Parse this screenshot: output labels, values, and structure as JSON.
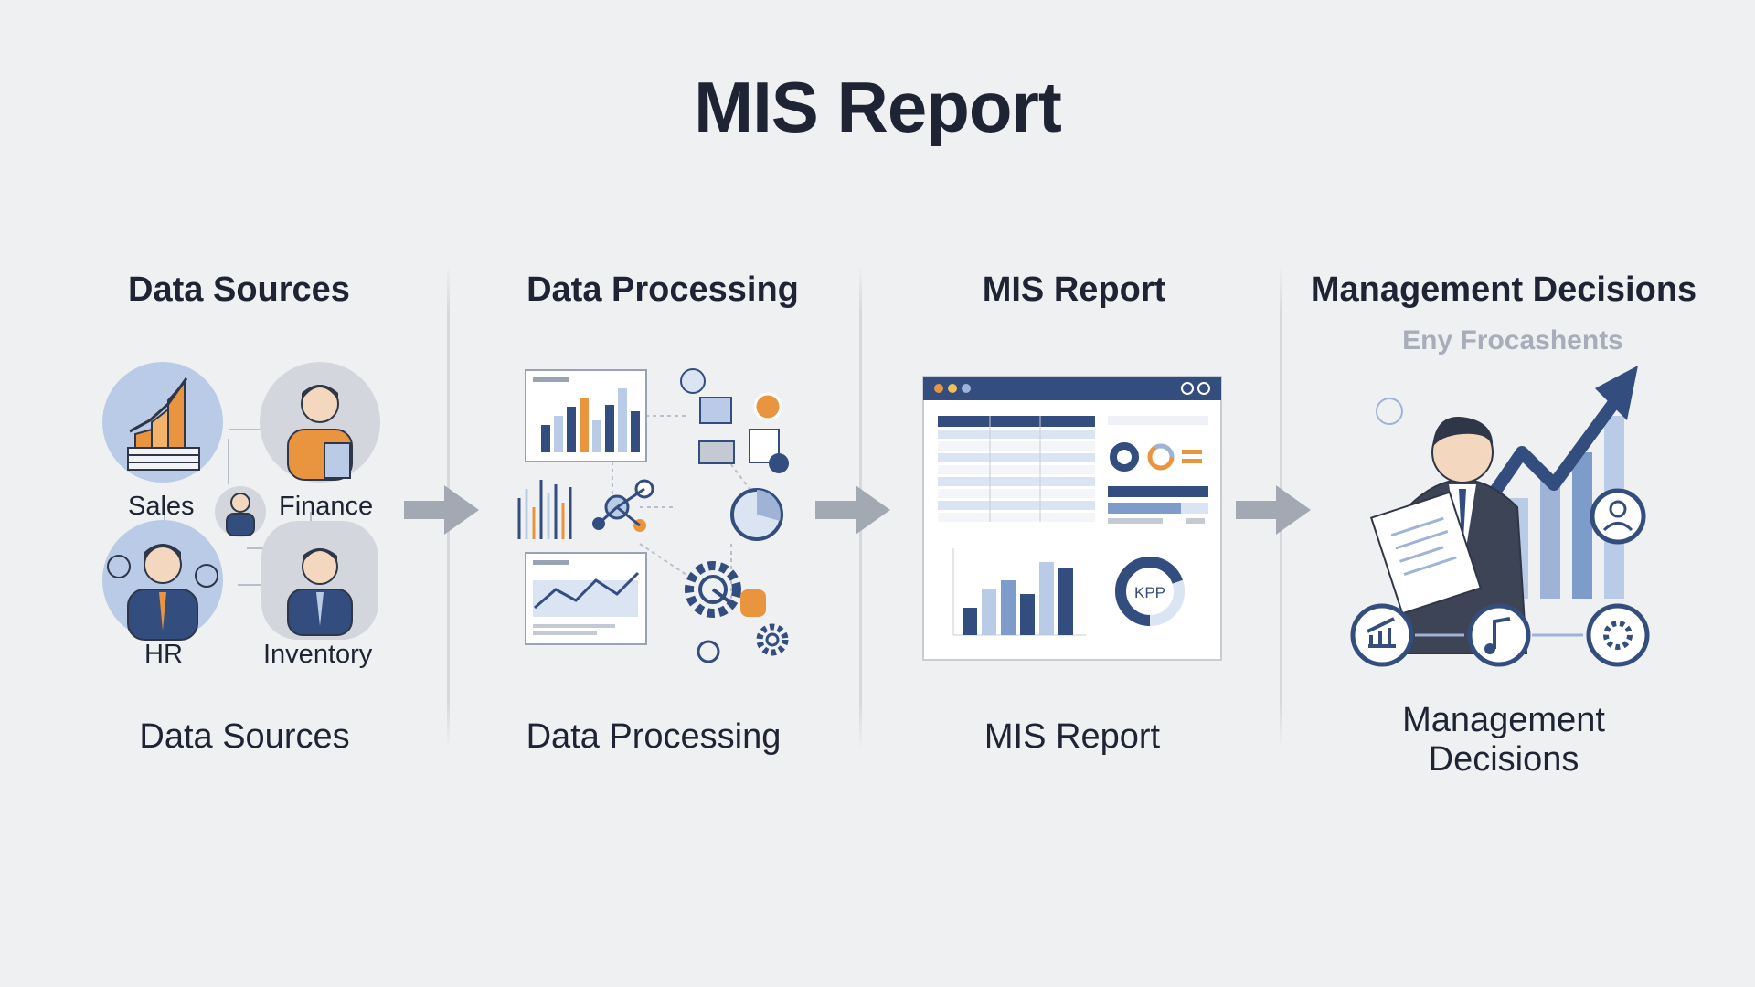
{
  "title": "MIS Report",
  "colors": {
    "background": "#eff0f2",
    "navy": "#334d7e",
    "light_blue": "#b9cbe6",
    "orange": "#e9953f",
    "arrow_gray": "#a3a9b3"
  },
  "columns": [
    {
      "title": "Data Sources",
      "caption": "Data Sources",
      "nodes": [
        "Sales",
        "Finance",
        "HR",
        "Inventory"
      ]
    },
    {
      "title": "Data Processing",
      "caption": "Data Processing"
    },
    {
      "title": "MIS Report",
      "caption": "MIS Report",
      "kpi_label": "KPP"
    },
    {
      "title": "Management Decisions",
      "subtitle": "Eny Frocashents",
      "caption_line1": "Management",
      "caption_line2": "Decisions"
    }
  ],
  "flow_arrows": [
    "arrow-icon",
    "arrow-icon",
    "arrow-icon"
  ]
}
